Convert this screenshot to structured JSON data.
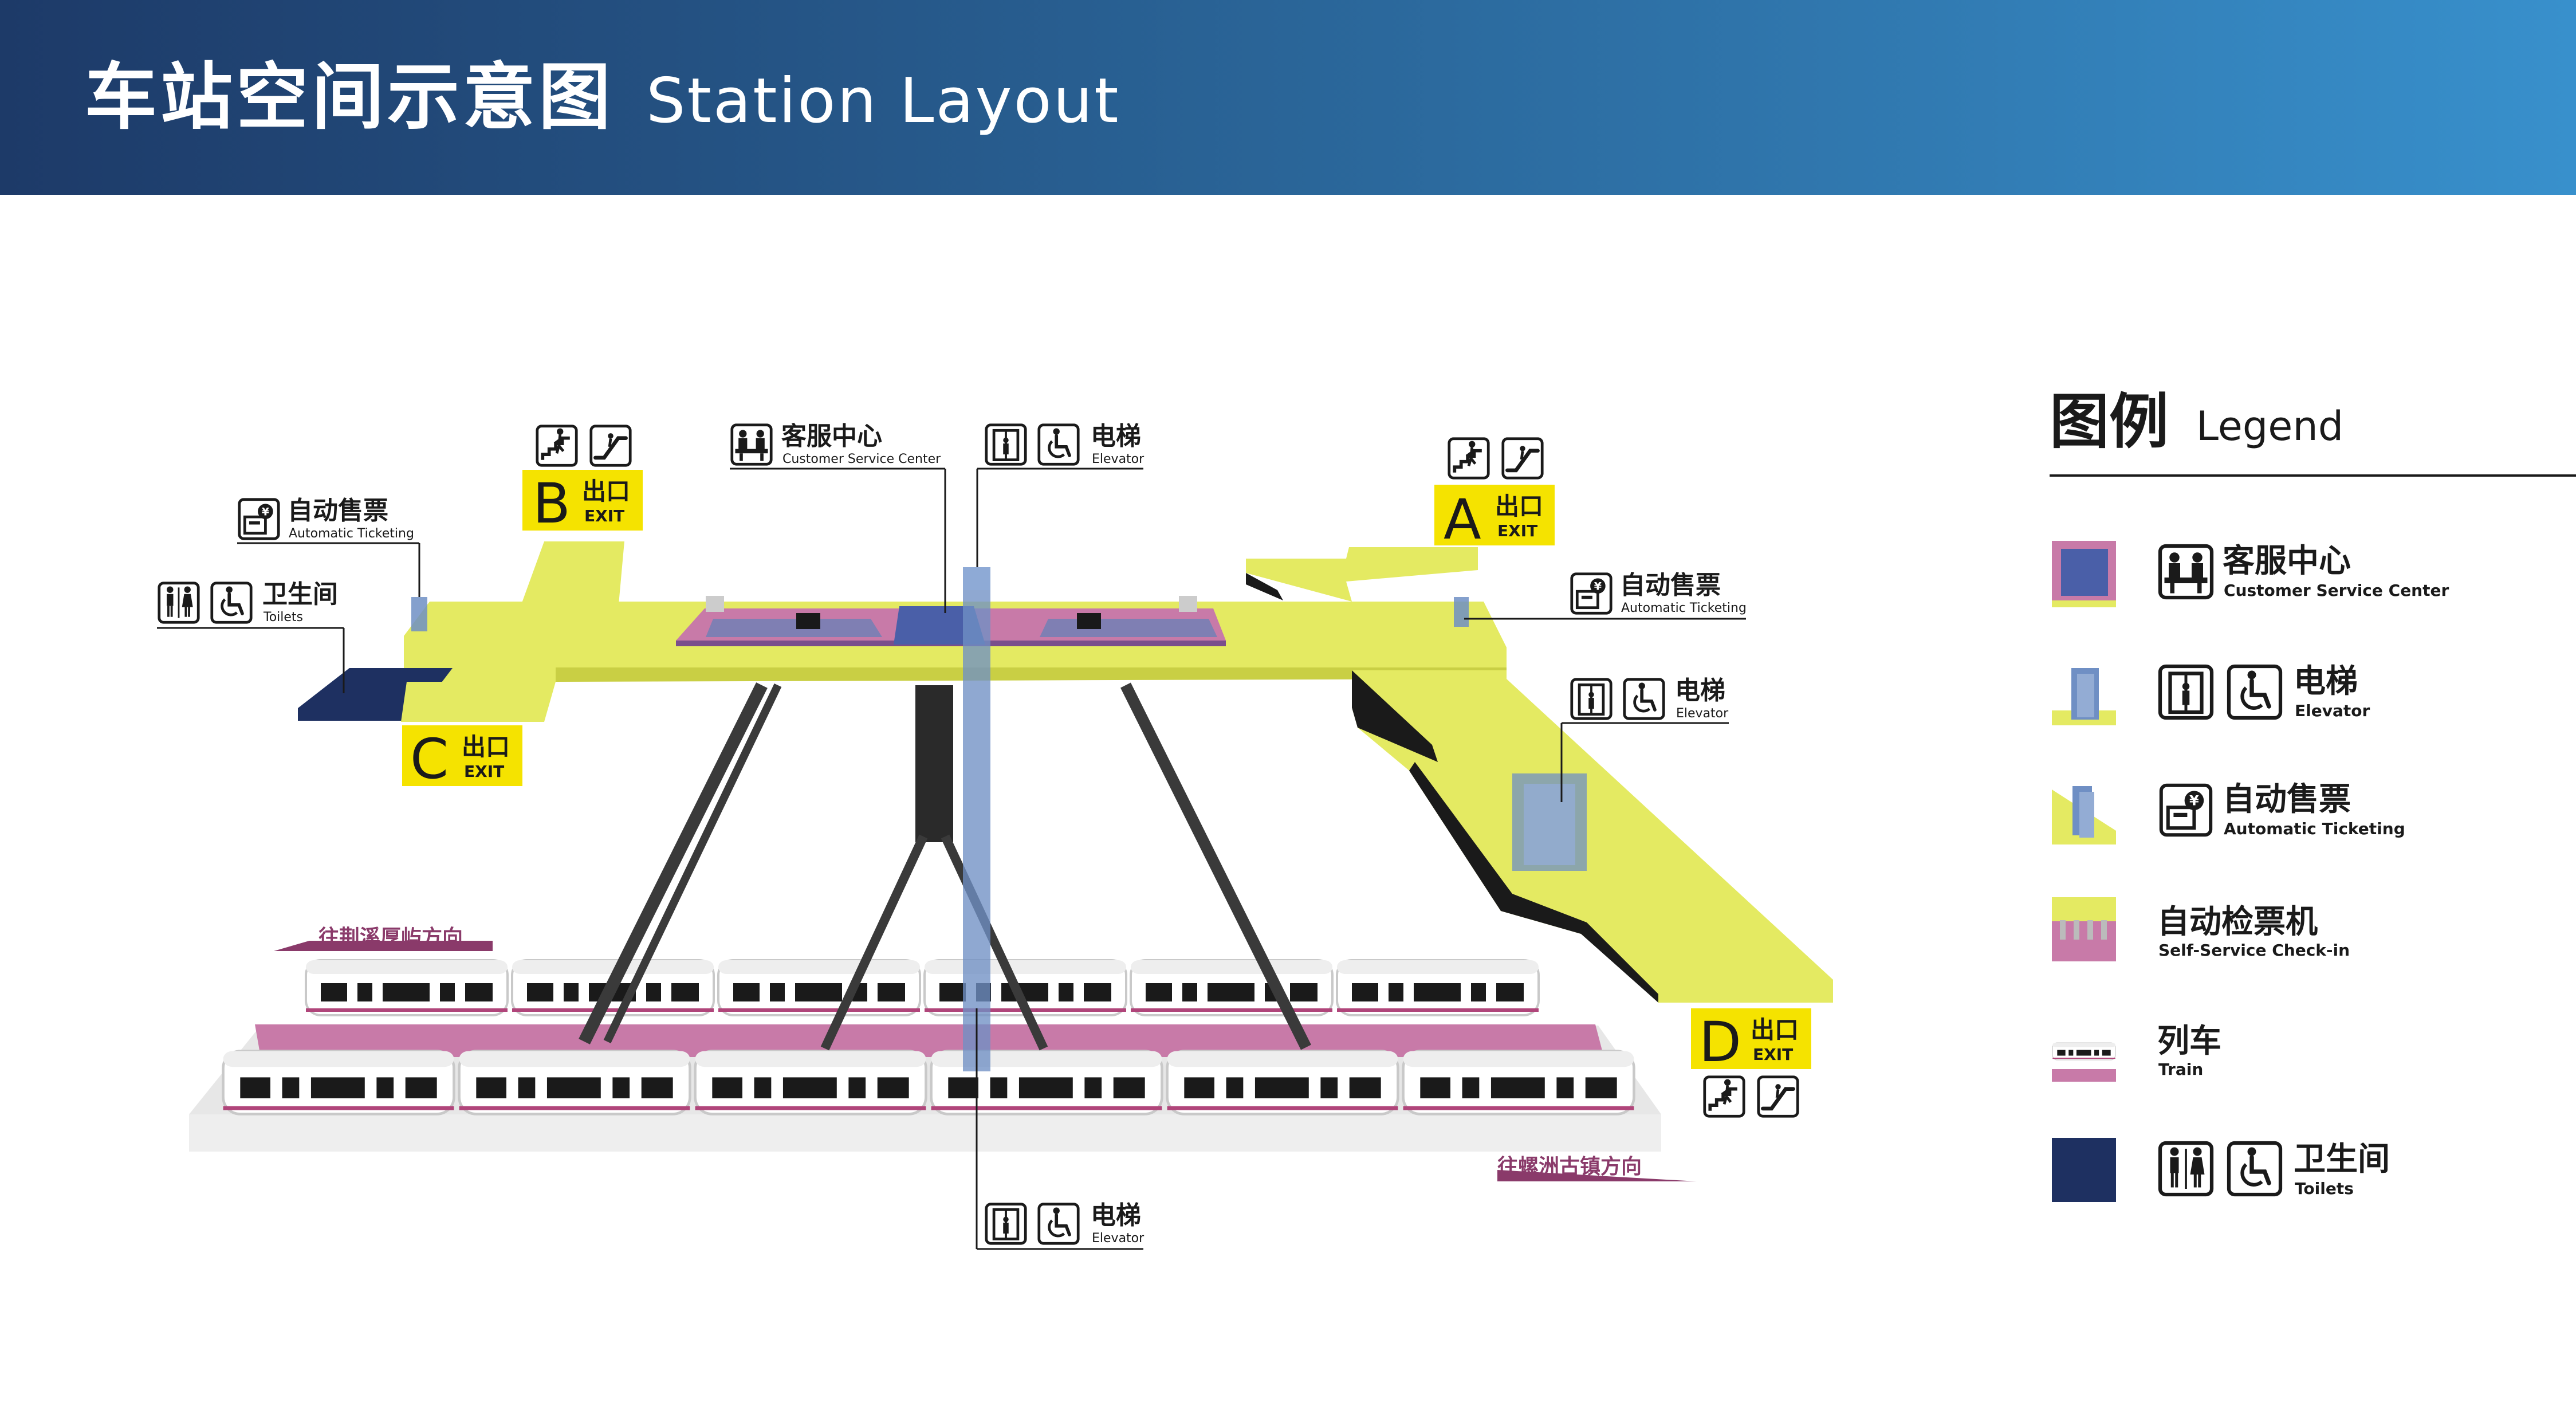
{
  "header": {
    "title_cn": "车站空间示意图",
    "title_en": "Station Layout"
  },
  "colors": {
    "concourse": "#e4ea62",
    "platform": "#c87aa8",
    "toilet": "#1e3061",
    "elevator": "#6f8fc4",
    "train_window": "#1a1a1a",
    "direction": "#8a3a6a"
  },
  "exits": {
    "a": {
      "letter": "A",
      "cn": "出口",
      "en": "EXIT"
    },
    "b": {
      "letter": "B",
      "cn": "出口",
      "en": "EXIT"
    },
    "c": {
      "letter": "C",
      "cn": "出口",
      "en": "EXIT"
    },
    "d": {
      "letter": "D",
      "cn": "出口",
      "en": "EXIT"
    }
  },
  "callouts": {
    "service": {
      "cn": "客服中心",
      "en": "Customer Service Center",
      "icons": [
        "customer-service-icon"
      ]
    },
    "elevator_top": {
      "cn": "电梯",
      "en": "Elevator",
      "icons": [
        "elevator-icon",
        "wheelchair-icon"
      ]
    },
    "ticketing_left": {
      "cn": "自动售票",
      "en": "Automatic Ticketing",
      "icons": [
        "ticket-machine-icon"
      ]
    },
    "toilets": {
      "cn": "卫生间",
      "en": "Toilets",
      "icons": [
        "toilet-icon",
        "wheelchair-icon"
      ]
    },
    "ticketing_right": {
      "cn": "自动售票",
      "en": "Automatic Ticketing",
      "icons": [
        "ticket-machine-icon"
      ]
    },
    "elevator_right": {
      "cn": "电梯",
      "en": "Elevator",
      "icons": [
        "elevator-icon",
        "wheelchair-icon"
      ]
    },
    "elevator_bottom": {
      "cn": "电梯",
      "en": "Elevator",
      "icons": [
        "elevator-icon",
        "wheelchair-icon"
      ]
    }
  },
  "directions": {
    "left": "往荆溪厚屿方向",
    "right": "往螺洲古镇方向"
  },
  "legend": {
    "title_cn": "图例",
    "title_en": "Legend",
    "items": [
      {
        "key": "service",
        "cn": "客服中心",
        "en": "Customer Service Center"
      },
      {
        "key": "elevator",
        "cn": "电梯",
        "en": "Elevator"
      },
      {
        "key": "ticketing",
        "cn": "自动售票",
        "en": "Automatic Ticketing"
      },
      {
        "key": "checkin",
        "cn": "自动检票机",
        "en": "Self-Service Check-in"
      },
      {
        "key": "train",
        "cn": "列车",
        "en": "Train"
      },
      {
        "key": "toilets",
        "cn": "卫生间",
        "en": "Toilets"
      }
    ]
  }
}
